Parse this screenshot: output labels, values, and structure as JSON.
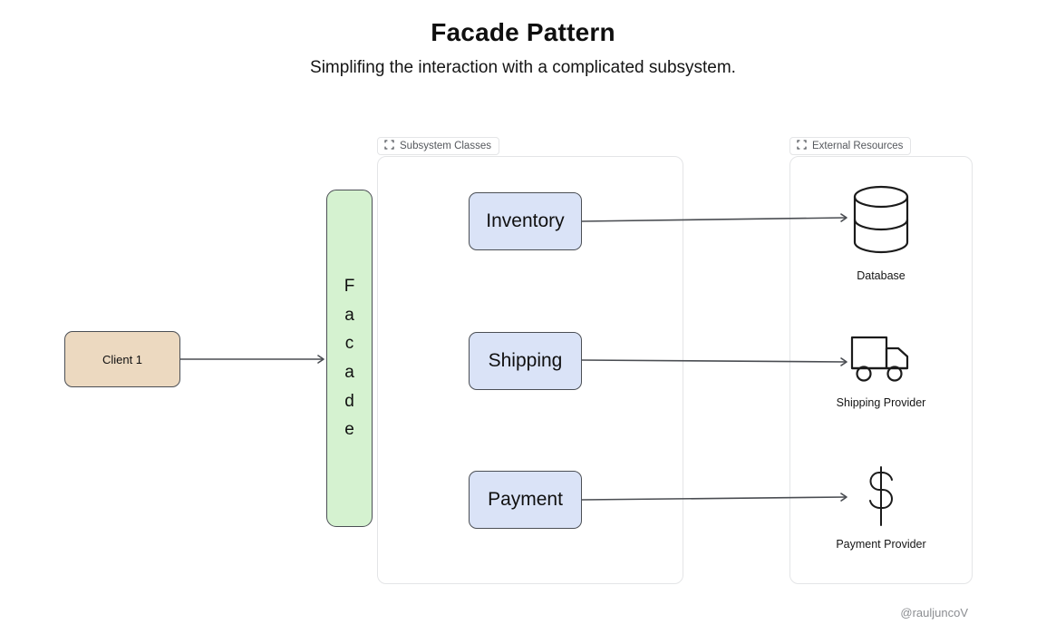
{
  "header": {
    "title": "Facade Pattern",
    "subtitle": "Simplifing the interaction with a complicated subsystem."
  },
  "groups": {
    "subsystem": {
      "label": "Subsystem Classes",
      "icon": "frame-icon"
    },
    "external": {
      "label": "External Resources",
      "icon": "frame-icon"
    }
  },
  "client": {
    "label": "Client 1"
  },
  "facade": {
    "label": "Facade",
    "letters": [
      "F",
      "a",
      "c",
      "a",
      "d",
      "e"
    ]
  },
  "subsystem_classes": [
    {
      "label": "Inventory"
    },
    {
      "label": "Shipping"
    },
    {
      "label": "Payment"
    }
  ],
  "external_resources": [
    {
      "label": "Database",
      "icon": "database-icon"
    },
    {
      "label": "Shipping Provider",
      "icon": "truck-icon"
    },
    {
      "label": "Payment Provider",
      "icon": "dollar-icon"
    }
  ],
  "watermark": "@rauljuncoV",
  "colors": {
    "client_fill": "#ecd9c0",
    "facade_fill": "#d5f2d0",
    "subsystem_fill": "#dae3f7",
    "node_border": "#4b4f55",
    "edge": "#4a4d52",
    "group_border": "#e4e5e7",
    "tag_text": "#55585d",
    "watermark": "#8b8d91"
  }
}
